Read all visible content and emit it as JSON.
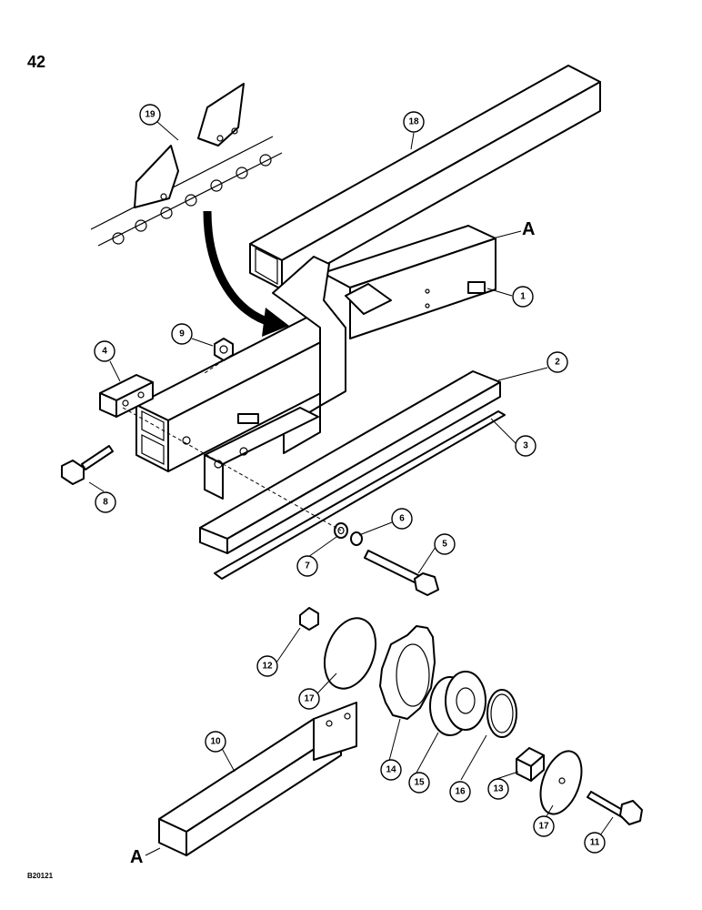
{
  "page_number": "42",
  "ref_code": "B20121",
  "section_marker": "A",
  "callouts": [
    {
      "id": "c19",
      "label": "19"
    },
    {
      "id": "c18",
      "label": "18"
    },
    {
      "id": "c1",
      "label": "1"
    },
    {
      "id": "c9",
      "label": "9"
    },
    {
      "id": "c4",
      "label": "4"
    },
    {
      "id": "c2",
      "label": "2"
    },
    {
      "id": "c3",
      "label": "3"
    },
    {
      "id": "c8",
      "label": "8"
    },
    {
      "id": "c6",
      "label": "6"
    },
    {
      "id": "c7",
      "label": "7"
    },
    {
      "id": "c5",
      "label": "5"
    },
    {
      "id": "c12",
      "label": "12"
    },
    {
      "id": "c17a",
      "label": "17"
    },
    {
      "id": "c10",
      "label": "10"
    },
    {
      "id": "c14",
      "label": "14"
    },
    {
      "id": "c15",
      "label": "15"
    },
    {
      "id": "c16",
      "label": "16"
    },
    {
      "id": "c13",
      "label": "13"
    },
    {
      "id": "c17b",
      "label": "17"
    },
    {
      "id": "c11",
      "label": "11"
    }
  ]
}
